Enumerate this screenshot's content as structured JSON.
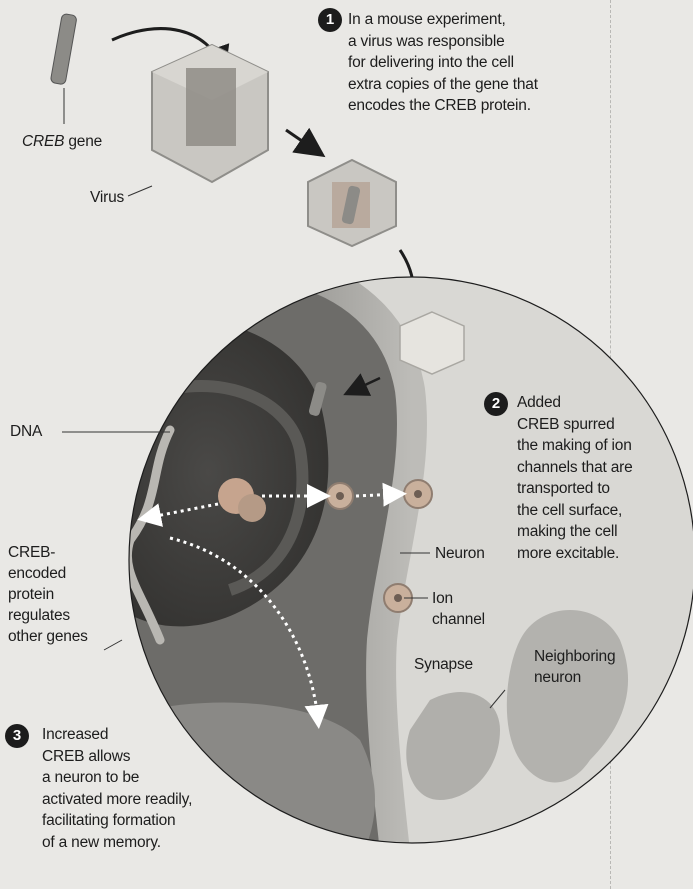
{
  "labels": {
    "creb_gene_italic": "CREB",
    "creb_gene_suffix": " gene",
    "virus": "Virus",
    "dna": "DNA",
    "creb_protein_lines": [
      "CREB-",
      "encoded",
      "protein",
      "regulates",
      "other genes"
    ],
    "neuron": "Neuron",
    "ion_channel_lines": [
      "Ion",
      "channel"
    ],
    "synapse": "Synapse",
    "neighboring_neuron_lines": [
      "Neighboring",
      "neuron"
    ]
  },
  "steps": [
    {
      "number": "1",
      "lines": [
        "In a mouse experiment,",
        "a virus was responsible",
        "for delivering into the cell",
        "extra copies of the gene that",
        "encodes the CREB protein."
      ]
    },
    {
      "number": "2",
      "lines": [
        "Added",
        "CREB spurred",
        "the making of ion",
        "channels that are",
        "transported to",
        "the cell surface,",
        "making the cell",
        "more excitable."
      ]
    },
    {
      "number": "3",
      "lines": [
        "Increased",
        "CREB allows",
        "a neuron to be",
        "activated more readily,",
        "facilitating formation",
        "of a new memory."
      ]
    }
  ],
  "colors": {
    "background": "#e9e8e5",
    "cytoplasm": "#6d6c69",
    "nucleus": "#3f3e3c",
    "membrane": "#a8a7a3",
    "virus": "#bdbbb7",
    "gene": "#8c8b87",
    "neighbor": "#b3b2ae",
    "text": "#1d1d1d"
  }
}
